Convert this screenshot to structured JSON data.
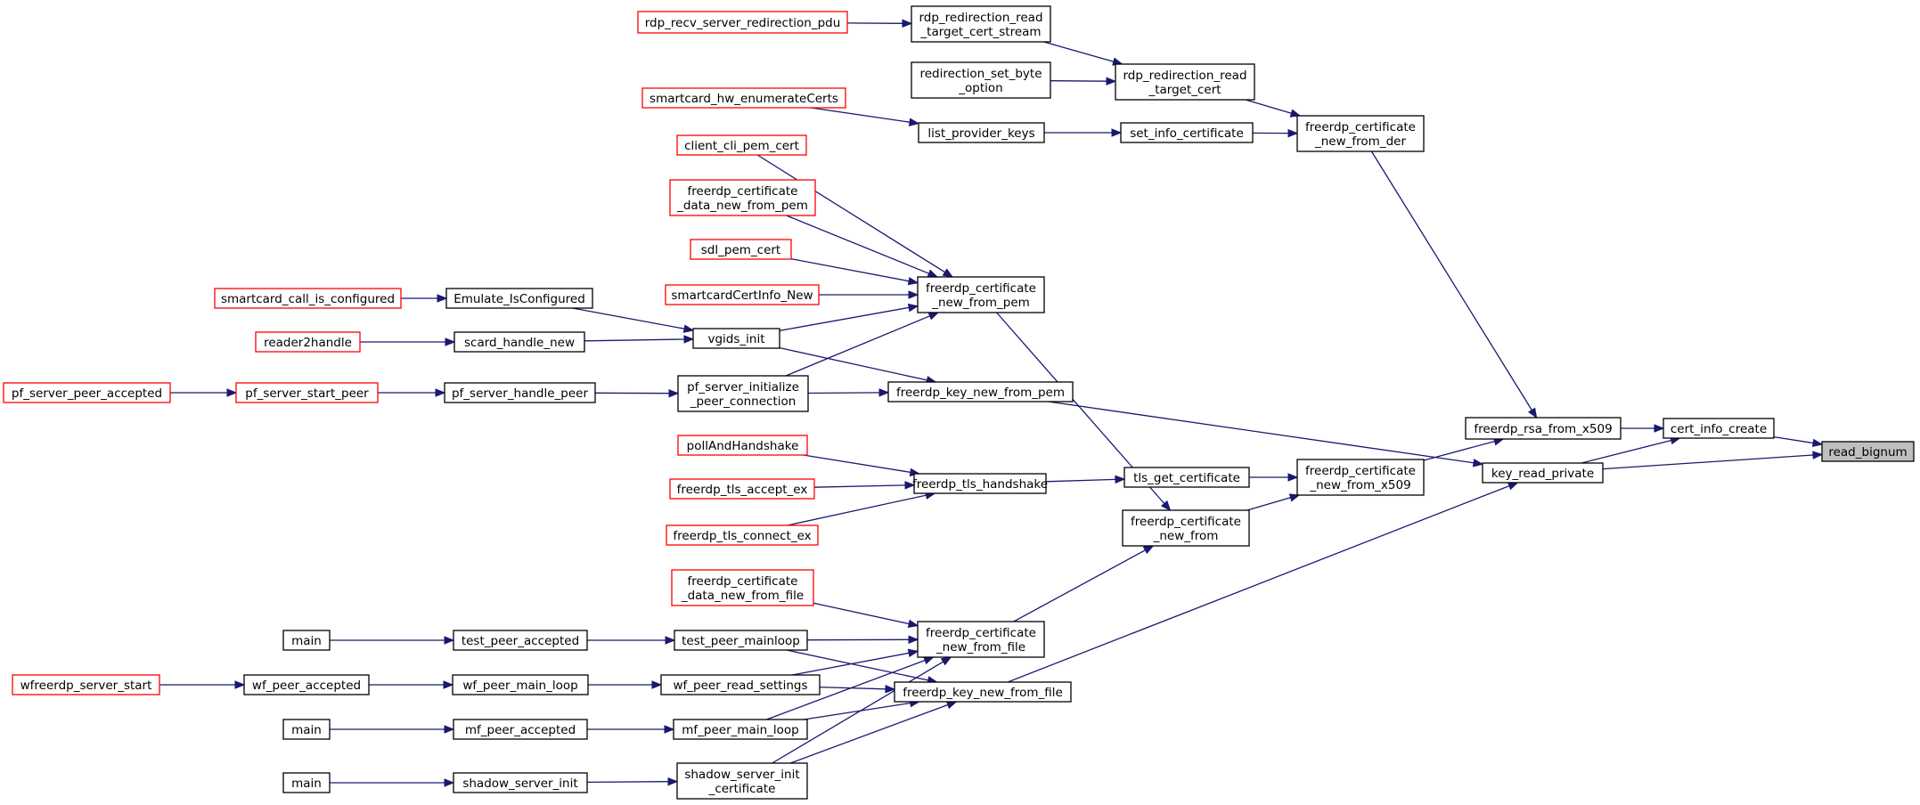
{
  "colors": {
    "edge": "#191970",
    "border_black": "#000000",
    "border_red": "#ff0000",
    "root_fill": "#bfbfbf"
  },
  "nodes": {
    "read_bignum": {
      "lines": [
        "read_bignum"
      ],
      "style": "root"
    },
    "cert_info_create": {
      "lines": [
        "cert_info_create"
      ],
      "style": "black"
    },
    "key_read_private": {
      "lines": [
        "key_read_private"
      ],
      "style": "black"
    },
    "freerdp_rsa_from_x509": {
      "lines": [
        "freerdp_rsa_from_x509"
      ],
      "style": "black"
    },
    "freerdp_certificate_new_from_der": {
      "lines": [
        "freerdp_certificate",
        "_new_from_der"
      ],
      "style": "black"
    },
    "freerdp_certificate_new_from_x509": {
      "lines": [
        "freerdp_certificate",
        "_new_from_x509"
      ],
      "style": "black"
    },
    "rdp_redirection_read_target_cert": {
      "lines": [
        "rdp_redirection_read",
        "_target_cert"
      ],
      "style": "black"
    },
    "set_info_certificate": {
      "lines": [
        "set_info_certificate"
      ],
      "style": "black"
    },
    "rdp_redirection_read_target_cert_stream": {
      "lines": [
        "rdp_redirection_read",
        "_target_cert_stream"
      ],
      "style": "black"
    },
    "redirection_set_byte_option": {
      "lines": [
        "redirection_set_byte",
        "_option"
      ],
      "style": "black"
    },
    "rdp_recv_server_redirection_pdu": {
      "lines": [
        "rdp_recv_server_redirection_pdu"
      ],
      "style": "red"
    },
    "list_provider_keys": {
      "lines": [
        "list_provider_keys"
      ],
      "style": "black"
    },
    "smartcard_hw_enumerateCerts": {
      "lines": [
        "smartcard_hw_enumerateCerts"
      ],
      "style": "red"
    },
    "tls_get_certificate": {
      "lines": [
        "tls_get_certificate"
      ],
      "style": "black"
    },
    "freerdp_certificate_new_from": {
      "lines": [
        "freerdp_certificate",
        "_new_from"
      ],
      "style": "black"
    },
    "freerdp_tls_handshake": {
      "lines": [
        "freerdp_tls_handshake"
      ],
      "style": "black"
    },
    "pollAndHandshake": {
      "lines": [
        "pollAndHandshake"
      ],
      "style": "red"
    },
    "freerdp_tls_accept_ex": {
      "lines": [
        "freerdp_tls_accept_ex"
      ],
      "style": "red"
    },
    "freerdp_tls_connect_ex": {
      "lines": [
        "freerdp_tls_connect_ex"
      ],
      "style": "red"
    },
    "freerdp_certificate_new_from_pem": {
      "lines": [
        "freerdp_certificate",
        "_new_from_pem"
      ],
      "style": "black"
    },
    "freerdp_certificate_new_from_file": {
      "lines": [
        "freerdp_certificate",
        "_new_from_file"
      ],
      "style": "black"
    },
    "freerdp_key_new_from_pem": {
      "lines": [
        "freerdp_key_new_from_pem"
      ],
      "style": "black"
    },
    "freerdp_key_new_from_file": {
      "lines": [
        "freerdp_key_new_from_file"
      ],
      "style": "black"
    },
    "client_cli_pem_cert": {
      "lines": [
        "client_cli_pem_cert"
      ],
      "style": "red"
    },
    "freerdp_certificate_data_new_from_pem": {
      "lines": [
        "freerdp_certificate",
        "_data_new_from_pem"
      ],
      "style": "red"
    },
    "sdl_pem_cert": {
      "lines": [
        "sdl_pem_cert"
      ],
      "style": "red"
    },
    "smartcardCertInfo_New": {
      "lines": [
        "smartcardCertInfo_New"
      ],
      "style": "red"
    },
    "vgids_init": {
      "lines": [
        "vgids_init"
      ],
      "style": "black"
    },
    "pf_server_initialize_peer_connection": {
      "lines": [
        "pf_server_initialize",
        "_peer_connection"
      ],
      "style": "black"
    },
    "Emulate_IsConfigured": {
      "lines": [
        "Emulate_IsConfigured"
      ],
      "style": "black"
    },
    "smartcard_call_is_configured": {
      "lines": [
        "smartcard_call_is_configured"
      ],
      "style": "red"
    },
    "scard_handle_new": {
      "lines": [
        "scard_handle_new"
      ],
      "style": "black"
    },
    "reader2handle": {
      "lines": [
        "reader2handle"
      ],
      "style": "red"
    },
    "pf_server_handle_peer": {
      "lines": [
        "pf_server_handle_peer"
      ],
      "style": "black"
    },
    "pf_server_start_peer": {
      "lines": [
        "pf_server_start_peer"
      ],
      "style": "red"
    },
    "pf_server_peer_accepted": {
      "lines": [
        "pf_server_peer_accepted"
      ],
      "style": "red"
    },
    "freerdp_certificate_data_new_from_file": {
      "lines": [
        "freerdp_certificate",
        "_data_new_from_file"
      ],
      "style": "red"
    },
    "test_peer_mainloop": {
      "lines": [
        "test_peer_mainloop"
      ],
      "style": "black"
    },
    "wf_peer_read_settings": {
      "lines": [
        "wf_peer_read_settings"
      ],
      "style": "black"
    },
    "mf_peer_main_loop": {
      "lines": [
        "mf_peer_main_loop"
      ],
      "style": "black"
    },
    "shadow_server_init_certificate": {
      "lines": [
        "shadow_server_init",
        "_certificate"
      ],
      "style": "black"
    },
    "test_peer_accepted": {
      "lines": [
        "test_peer_accepted"
      ],
      "style": "black"
    },
    "main_1": {
      "lines": [
        "main"
      ],
      "style": "black"
    },
    "wf_peer_main_loop": {
      "lines": [
        "wf_peer_main_loop"
      ],
      "style": "black"
    },
    "wf_peer_accepted": {
      "lines": [
        "wf_peer_accepted"
      ],
      "style": "black"
    },
    "wfreerdp_server_start": {
      "lines": [
        "wfreerdp_server_start"
      ],
      "style": "red"
    },
    "mf_peer_accepted": {
      "lines": [
        "mf_peer_accepted"
      ],
      "style": "black"
    },
    "main_2": {
      "lines": [
        "main"
      ],
      "style": "black"
    },
    "shadow_server_init": {
      "lines": [
        "shadow_server_init"
      ],
      "style": "black"
    },
    "main_3": {
      "lines": [
        "main"
      ],
      "style": "black"
    }
  },
  "edges": [
    [
      "cert_info_create",
      "read_bignum"
    ],
    [
      "key_read_private",
      "read_bignum"
    ],
    [
      "freerdp_rsa_from_x509",
      "cert_info_create"
    ],
    [
      "key_read_private",
      "cert_info_create"
    ],
    [
      "freerdp_certificate_new_from_der",
      "freerdp_rsa_from_x509"
    ],
    [
      "freerdp_certificate_new_from_x509",
      "freerdp_rsa_from_x509"
    ],
    [
      "rdp_redirection_read_target_cert",
      "freerdp_certificate_new_from_der"
    ],
    [
      "set_info_certificate",
      "freerdp_certificate_new_from_der"
    ],
    [
      "rdp_redirection_read_target_cert_stream",
      "rdp_redirection_read_target_cert"
    ],
    [
      "redirection_set_byte_option",
      "rdp_redirection_read_target_cert"
    ],
    [
      "rdp_recv_server_redirection_pdu",
      "rdp_redirection_read_target_cert_stream"
    ],
    [
      "list_provider_keys",
      "set_info_certificate"
    ],
    [
      "smartcard_hw_enumerateCerts",
      "list_provider_keys"
    ],
    [
      "tls_get_certificate",
      "freerdp_certificate_new_from_x509"
    ],
    [
      "freerdp_certificate_new_from",
      "freerdp_certificate_new_from_x509"
    ],
    [
      "freerdp_tls_handshake",
      "tls_get_certificate"
    ],
    [
      "pollAndHandshake",
      "freerdp_tls_handshake"
    ],
    [
      "freerdp_tls_accept_ex",
      "freerdp_tls_handshake"
    ],
    [
      "freerdp_tls_connect_ex",
      "freerdp_tls_handshake"
    ],
    [
      "freerdp_certificate_new_from_pem",
      "freerdp_certificate_new_from"
    ],
    [
      "freerdp_certificate_new_from_file",
      "freerdp_certificate_new_from"
    ],
    [
      "freerdp_key_new_from_pem",
      "key_read_private"
    ],
    [
      "freerdp_key_new_from_file",
      "key_read_private"
    ],
    [
      "client_cli_pem_cert",
      "freerdp_certificate_new_from_pem"
    ],
    [
      "freerdp_certificate_data_new_from_pem",
      "freerdp_certificate_new_from_pem"
    ],
    [
      "sdl_pem_cert",
      "freerdp_certificate_new_from_pem"
    ],
    [
      "smartcardCertInfo_New",
      "freerdp_certificate_new_from_pem"
    ],
    [
      "vgids_init",
      "freerdp_certificate_new_from_pem"
    ],
    [
      "pf_server_initialize_peer_connection",
      "freerdp_certificate_new_from_pem"
    ],
    [
      "vgids_init",
      "freerdp_key_new_from_pem"
    ],
    [
      "pf_server_initialize_peer_connection",
      "freerdp_key_new_from_pem"
    ],
    [
      "Emulate_IsConfigured",
      "vgids_init"
    ],
    [
      "scard_handle_new",
      "vgids_init"
    ],
    [
      "smartcard_call_is_configured",
      "Emulate_IsConfigured"
    ],
    [
      "reader2handle",
      "scard_handle_new"
    ],
    [
      "pf_server_handle_peer",
      "pf_server_initialize_peer_connection"
    ],
    [
      "pf_server_start_peer",
      "pf_server_handle_peer"
    ],
    [
      "pf_server_peer_accepted",
      "pf_server_start_peer"
    ],
    [
      "freerdp_certificate_data_new_from_file",
      "freerdp_certificate_new_from_file"
    ],
    [
      "test_peer_mainloop",
      "freerdp_certificate_new_from_file"
    ],
    [
      "wf_peer_read_settings",
      "freerdp_certificate_new_from_file"
    ],
    [
      "mf_peer_main_loop",
      "freerdp_certificate_new_from_file"
    ],
    [
      "shadow_server_init_certificate",
      "freerdp_certificate_new_from_file"
    ],
    [
      "test_peer_mainloop",
      "freerdp_key_new_from_file"
    ],
    [
      "wf_peer_read_settings",
      "freerdp_key_new_from_file"
    ],
    [
      "mf_peer_main_loop",
      "freerdp_key_new_from_file"
    ],
    [
      "shadow_server_init_certificate",
      "freerdp_key_new_from_file"
    ],
    [
      "test_peer_accepted",
      "test_peer_mainloop"
    ],
    [
      "main_1",
      "test_peer_accepted"
    ],
    [
      "wf_peer_main_loop",
      "wf_peer_read_settings"
    ],
    [
      "wf_peer_accepted",
      "wf_peer_main_loop"
    ],
    [
      "wfreerdp_server_start",
      "wf_peer_accepted"
    ],
    [
      "mf_peer_accepted",
      "mf_peer_main_loop"
    ],
    [
      "main_2",
      "mf_peer_accepted"
    ],
    [
      "shadow_server_init",
      "shadow_server_init_certificate"
    ],
    [
      "main_3",
      "shadow_server_init"
    ]
  ]
}
